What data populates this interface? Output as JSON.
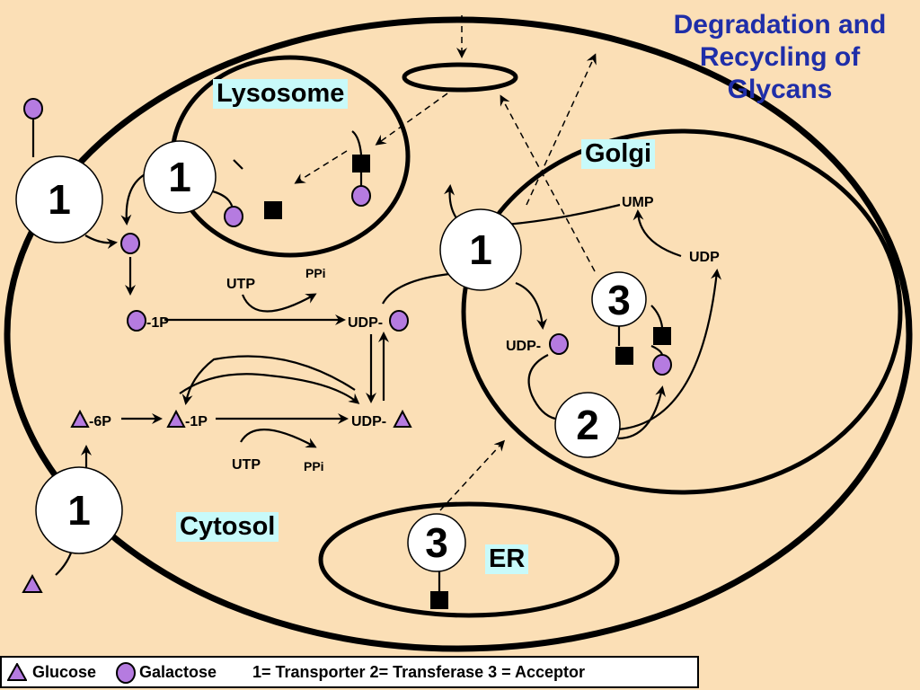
{
  "title": "Degradation and Recycling of Glycans",
  "compartments": {
    "lysosome": "Lysosome",
    "golgi": "Golgi",
    "cytosol": "Cytosol",
    "er": "ER"
  },
  "protein_numbers": {
    "transporter": "1",
    "transferase": "2",
    "acceptor": "3"
  },
  "metabolites": {
    "gal_1p": "-1P",
    "udp_gal": "UDP-",
    "utp": "UTP",
    "ppi": "PPi",
    "glc_6p": "-6P",
    "glc_1p": "-1P",
    "udp_glc": "UDP-",
    "ump": "UMP",
    "udp": "UDP"
  },
  "legend": {
    "glucose": "Glucose",
    "galactose": "Galactose",
    "key": "1= Transporter  2= Transferase 3 = Acceptor"
  },
  "colors": {
    "background": "#fbdfb6",
    "galactose": "#b57be0",
    "glucose": "#b57be0",
    "title": "#1f2ea8",
    "label_highlight": "#c8fafa"
  }
}
